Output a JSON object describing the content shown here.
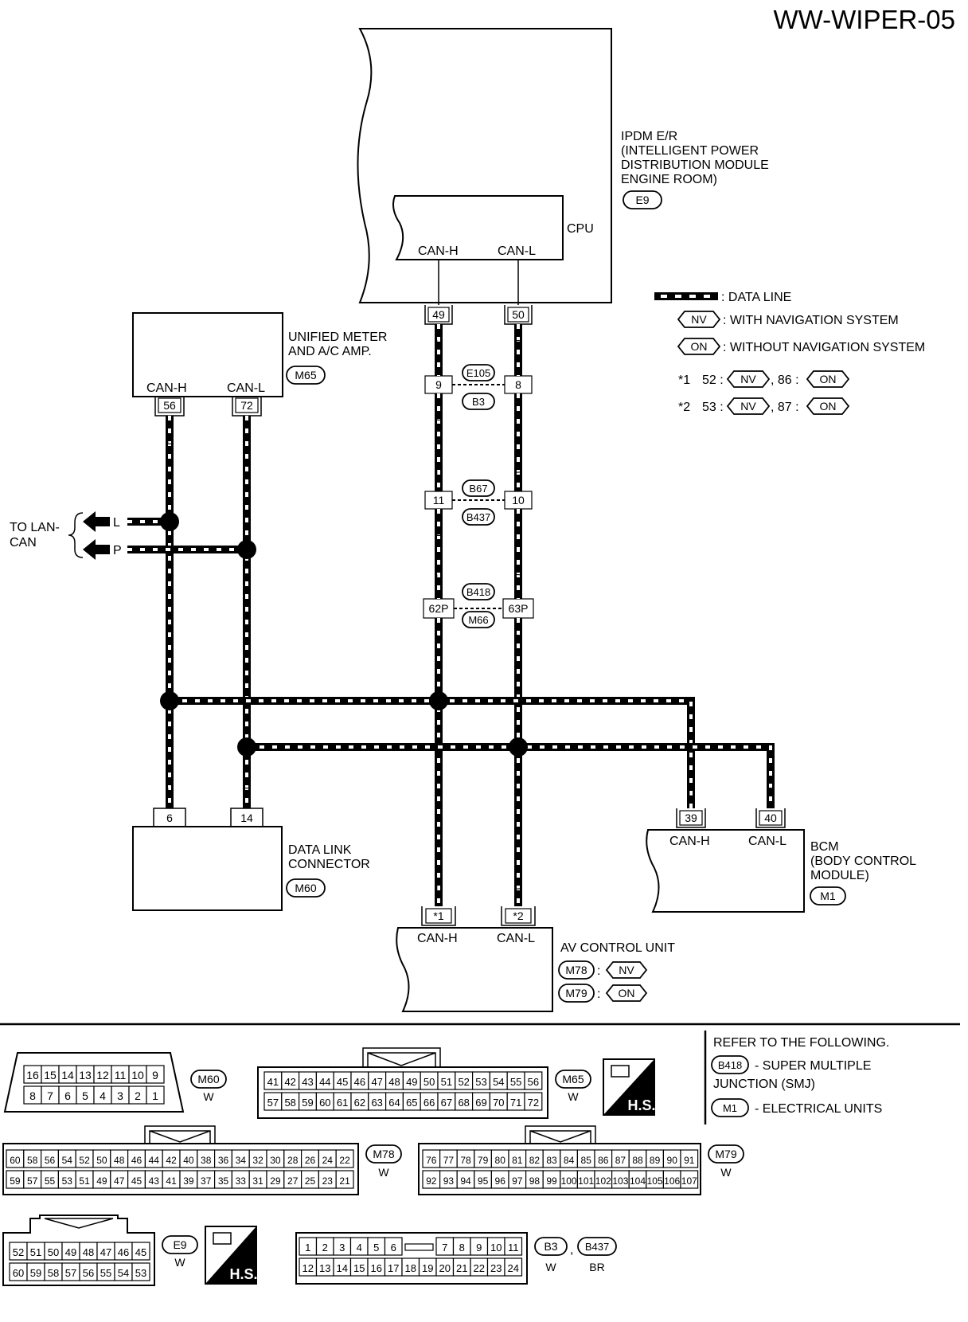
{
  "page_id": "WW-WIPER-05",
  "modules": {
    "ipdm": {
      "name": "IPDM E/R",
      "desc": [
        "(INTELLIGENT POWER",
        "DISTRIBUTION MODULE",
        "ENGINE ROOM)"
      ],
      "connector": "E9",
      "cpu": "CPU",
      "can_h": "CAN-H",
      "can_l": "CAN-L",
      "pin_h": "49",
      "pin_l": "50"
    },
    "meter": {
      "name": [
        "UNIFIED METER",
        "AND A/C AMP."
      ],
      "connector": "M65",
      "can_h": "CAN-H",
      "can_l": "CAN-L",
      "pin_h": "56",
      "pin_l": "72"
    },
    "dlc": {
      "name": [
        "DATA LINK",
        "CONNECTOR"
      ],
      "connector": "M60",
      "pin_h": "6",
      "pin_l": "14"
    },
    "bcm": {
      "name": [
        "BCM",
        "(BODY CONTROL",
        "MODULE)"
      ],
      "connector": "M1",
      "can_h": "CAN-H",
      "can_l": "CAN-L",
      "pin_h": "39",
      "pin_l": "40"
    },
    "av": {
      "name": "AV CONTROL UNIT",
      "can_h": "CAN-H",
      "can_l": "CAN-L",
      "pin_h": "*1",
      "pin_l": "*2",
      "conn_nv": "M78",
      "conn_on": "M79",
      "sep": ":"
    }
  },
  "wire_colors": {
    "h": "L",
    "l": "P"
  },
  "inline_connectors": [
    {
      "top": "E105",
      "bottom": "B3",
      "pin_h": "9",
      "pin_l": "8"
    },
    {
      "top": "B67",
      "bottom": "B437",
      "pin_h": "11",
      "pin_l": "10"
    },
    {
      "top": "B418",
      "bottom": "M66",
      "pin_h": "62P",
      "pin_l": "63P"
    }
  ],
  "to_lan": {
    "label": [
      "TO LAN-",
      "CAN"
    ],
    "h": "L",
    "l": "P"
  },
  "legend": {
    "data_line": ": DATA LINE",
    "nv_tag": "NV",
    "nv_text": ": WITH NAVIGATION SYSTEM",
    "on_tag": "ON",
    "on_text": ": WITHOUT NAVIGATION SYSTEM",
    "note1": {
      "mark": "*1",
      "a": "52 :",
      "b": ", 86 :"
    },
    "note2": {
      "mark": "*2",
      "a": "53 :",
      "b": ", 87 :"
    }
  },
  "refer": {
    "title": "REFER TO THE FOLLOWING.",
    "smj_tag": "B418",
    "smj_text": [
      "- SUPER MULTIPLE",
      "JUNCTION (SMJ)"
    ],
    "eu_tag": "M1",
    "eu_text": "- ELECTRICAL UNITS"
  },
  "hs": "H.S.",
  "connector_faces": {
    "m60": {
      "id": "M60",
      "color": "W",
      "row1": [
        "16",
        "15",
        "14",
        "13",
        "12",
        "11",
        "10",
        "9"
      ],
      "row2": [
        "8",
        "7",
        "6",
        "5",
        "4",
        "3",
        "2",
        "1"
      ]
    },
    "m65": {
      "id": "M65",
      "color": "W",
      "row1": [
        "41",
        "42",
        "43",
        "44",
        "45",
        "46",
        "47",
        "48",
        "49",
        "50",
        "51",
        "52",
        "53",
        "54",
        "55",
        "56"
      ],
      "row2": [
        "57",
        "58",
        "59",
        "60",
        "61",
        "62",
        "63",
        "64",
        "65",
        "66",
        "67",
        "68",
        "69",
        "70",
        "71",
        "72"
      ]
    },
    "m78": {
      "id": "M78",
      "color": "W",
      "row1": [
        "60",
        "58",
        "56",
        "54",
        "52",
        "50",
        "48",
        "46",
        "44",
        "42",
        "40",
        "38",
        "36",
        "34",
        "32",
        "30",
        "28",
        "26",
        "24",
        "22"
      ],
      "row2": [
        "59",
        "57",
        "55",
        "53",
        "51",
        "49",
        "47",
        "45",
        "43",
        "41",
        "39",
        "37",
        "35",
        "33",
        "31",
        "29",
        "27",
        "25",
        "23",
        "21"
      ]
    },
    "m79": {
      "id": "M79",
      "color": "W",
      "row1": [
        "76",
        "77",
        "78",
        "79",
        "80",
        "81",
        "82",
        "83",
        "84",
        "85",
        "86",
        "87",
        "88",
        "89",
        "90",
        "91"
      ],
      "row2": [
        "92",
        "93",
        "94",
        "95",
        "96",
        "97",
        "98",
        "99",
        "100",
        "101",
        "102",
        "103",
        "104",
        "105",
        "106",
        "107"
      ]
    },
    "e9": {
      "id": "E9",
      "color": "W",
      "row1": [
        "52",
        "51",
        "50",
        "49",
        "48",
        "47",
        "46",
        "45"
      ],
      "row2": [
        "60",
        "59",
        "58",
        "57",
        "56",
        "55",
        "54",
        "53"
      ]
    },
    "b3": {
      "id": "B3",
      "id2": "B437",
      "sep": ",",
      "color": "W",
      "color2": "BR",
      "row1": [
        "1",
        "2",
        "3",
        "4",
        "5",
        "6",
        "7",
        "8",
        "9",
        "10",
        "11"
      ],
      "row2": [
        "12",
        "13",
        "14",
        "15",
        "16",
        "17",
        "18",
        "19",
        "20",
        "21",
        "22",
        "23",
        "24"
      ]
    }
  }
}
